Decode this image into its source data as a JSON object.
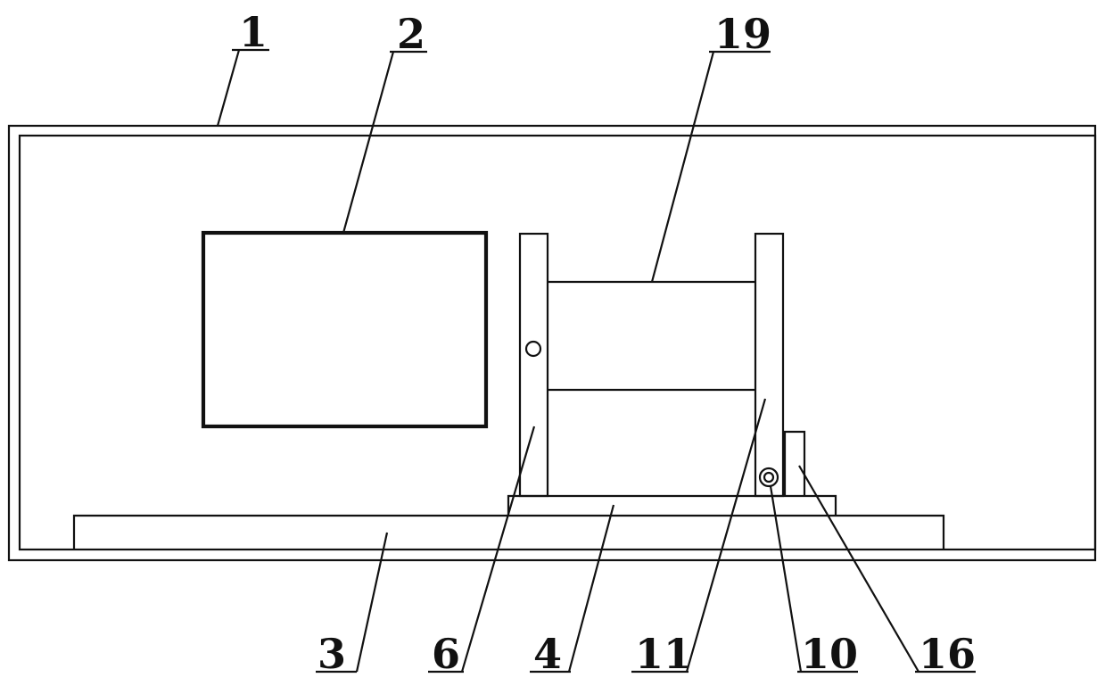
{
  "labels": {
    "l1": "1",
    "l2": "2",
    "l3": "3",
    "l4": "4",
    "l6": "6",
    "l10": "10",
    "l11": "11",
    "l16": "16",
    "l19": "19"
  },
  "colors": {
    "line": "#111111",
    "background": "#ffffff"
  }
}
